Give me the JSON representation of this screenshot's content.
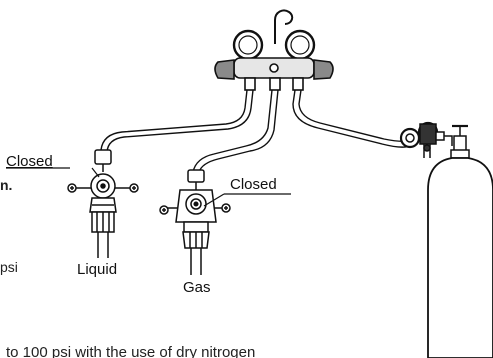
{
  "labels": {
    "closed_liquid": "Closed",
    "closed_gas": "Closed",
    "liquid": "Liquid",
    "gas": "Gas"
  },
  "edge_text": {
    "fragment_1": "n.",
    "fragment_2": "psi",
    "bottom_line": "to 100 psi with the use of dry nitrogen"
  },
  "colors": {
    "line": "#111111",
    "knob_gray": "#8a8a8a",
    "body_light": "#e6e6e6"
  }
}
